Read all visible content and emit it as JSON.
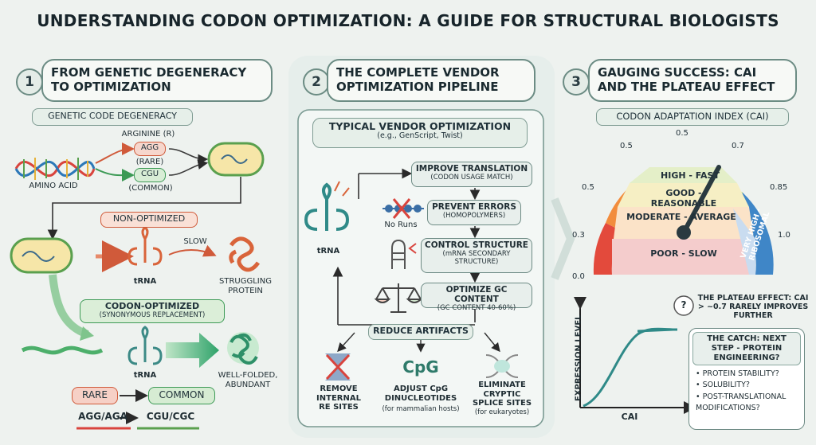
{
  "title": "UNDERSTANDING CODON OPTIMIZATION: A GUIDE FOR STRUCTURAL BIOLOGISTS",
  "sections": [
    {
      "number": "1",
      "heading": "FROM GENETIC DEGENERACY TO OPTIMIZATION"
    },
    {
      "number": "2",
      "heading": "THE COMPLETE VENDOR OPTIMIZATION PIPELINE"
    },
    {
      "number": "3",
      "heading": "GAUGING SUCCESS: CAI AND THE PLATEAU EFFECT"
    }
  ],
  "panel1": {
    "degeneracy_label": "GENETIC CODE DEGENERACY",
    "amino_acid": "AMINO ACID",
    "arginine": "ARGININE (R)",
    "agg": "AGG",
    "rare": "(RARE)",
    "cgu": "CGU",
    "common": "(COMMON)",
    "non_optimized": "NON-OPTIMIZED",
    "trna_1": "tRNA",
    "slow": "SLOW",
    "struggling": "STRUGGLING PROTEIN",
    "codon_optimized": "CODON-OPTIMIZED",
    "synonymous": "(SYNONYMOUS REPLACEMENT)",
    "trna_2": "tRNA",
    "well_folded": "WELL-FOLDED, ABUNDANT",
    "rare_box": "RARE",
    "common_box": "COMMON",
    "agg_aga": "AGG/AGA",
    "cgu_cgc": "CGU/CGC"
  },
  "panel2": {
    "typical_title": "TYPICAL VENDOR OPTIMIZATION",
    "typical_sub": "(e.g., GenScript, Twist)",
    "trna": "tRNA",
    "no_runs": "No Runs",
    "steps": [
      {
        "title": "IMPROVE TRANSLATION",
        "sub": "(CODON USAGE MATCH)"
      },
      {
        "title": "PREVENT ERRORS",
        "sub": "(HOMOPOLYMERS)"
      },
      {
        "title": "CONTROL STRUCTURE",
        "sub": "(mRNA SECONDARY STRUCTURE)"
      },
      {
        "title": "OPTIMIZE GC CONTENT",
        "sub": "(GC CONTENT 40-60%)"
      }
    ],
    "reduce_artifacts": "REDUCE ARTIFACTS",
    "cpg": "CpG",
    "artifacts": [
      {
        "title": "REMOVE INTERNAL RE SITES",
        "note": ""
      },
      {
        "title": "ADJUST CpG DINUCLEOTIDES",
        "note": "(for mammalian hosts)"
      },
      {
        "title": "ELIMINATE CRYPTIC SPLICE SITES",
        "note": "(for eukaryotes)"
      }
    ]
  },
  "panel3": {
    "cai_title": "CODON ADAPTATION INDEX (CAI)",
    "gauge_bands": [
      {
        "label": "POOR - SLOW",
        "color": "#f4cccc"
      },
      {
        "label": "MODERATE - AVERAGE",
        "color": "#fbe3c8"
      },
      {
        "label": "GOOD - REASONABLE",
        "color": "#f6efc4"
      },
      {
        "label": "HIGH - FAST",
        "color": "#e4efc8"
      },
      {
        "label": "VERY HIGH - RIBOSOMAL",
        "color": "#c9dcf0"
      }
    ],
    "gauge_ticks": [
      "0.0",
      "0.3",
      "0.5",
      "0.5",
      "0.7",
      "0.85",
      "1.0"
    ],
    "gauge_value": 0.7,
    "plateau_q": "?",
    "plateau_text": "THE PLATEAU EFFECT: CAI > ~0.7 RARELY IMPROVES FURTHER",
    "y_axis": "EXPRESSION LEVEL",
    "x_axis": "CAI",
    "catch_title": "THE CATCH: NEXT STEP - PROTEIN ENGINEERING?",
    "catch_items": [
      "• PROTEIN STABILITY?",
      "• SOLUBILITY?",
      "• POST-TRANSLATIONAL MODIFICATIONS?"
    ]
  }
}
